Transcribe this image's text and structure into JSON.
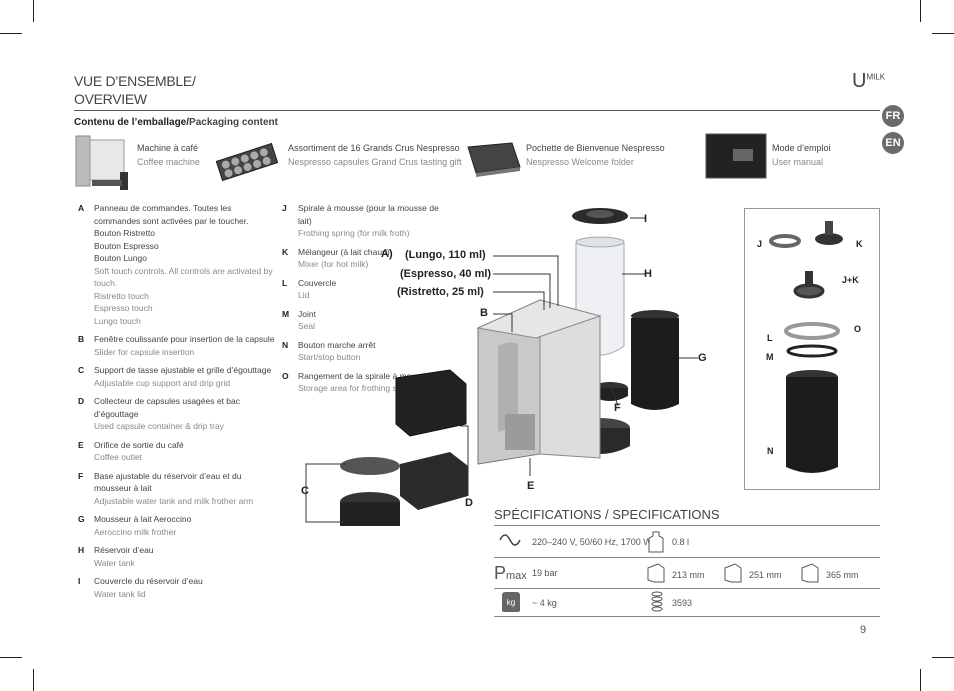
{
  "header": {
    "title_fr": "VUE D’ENSEMBLE/",
    "title_en": "OVERVIEW",
    "brand": "U",
    "brand_sup": "MILK",
    "lang_fr": "FR",
    "lang_en": "EN"
  },
  "box": {
    "title_fr": "Contenu de l’emballage/",
    "title_en": "Packaging content",
    "items": [
      {
        "fr": "Machine à café",
        "en": "Coffee machine"
      },
      {
        "fr": "Assortiment de 16 Grands Crus Nespresso",
        "en": "Nespresso capsules Grand Crus tasting gift"
      },
      {
        "fr": "Pochette de Bienvenue Nespresso",
        "en": "Nespresso Welcome folder"
      },
      {
        "fr": "Mode d’emploi",
        "en": "User manual"
      }
    ]
  },
  "parts_left": [
    {
      "letter": "A",
      "fr": "Panneau de commandes. Toutes les commandes sont activées par le toucher.\nBouton Ristretto\nBouton Espresso\nBouton Lungo",
      "en": "Soft touch controls. All controls are activated by touch.\nRistretto touch\nEspresso touch\nLungo touch"
    },
    {
      "letter": "B",
      "fr": "Fenêtre coulissante pour insertion de la capsule",
      "en": "Slider for capsule insertion"
    },
    {
      "letter": "C",
      "fr": "Support de tasse ajustable et grille d’égouttage",
      "en": "Adjustable cup support and drip grid"
    },
    {
      "letter": "D",
      "fr": "Collecteur de capsules usagées et bac d’égouttage",
      "en": "Used capsule container & drip tray"
    },
    {
      "letter": "E",
      "fr": "Orifice de sortie du café",
      "en": "Coffee outlet"
    },
    {
      "letter": "F",
      "fr": "Base ajustable du réservoir d’eau et du mousseur à lait",
      "en": "Adjustable water tank and milk frother arm"
    },
    {
      "letter": "G",
      "fr": "Mousseur à lait Aeroccino",
      "en": "Aeroccino milk frother"
    },
    {
      "letter": "H",
      "fr": "Réservoir d’eau",
      "en": "Water tank"
    },
    {
      "letter": "I",
      "fr": "Couvercle du réservoir d’eau",
      "en": "Water tank lid"
    }
  ],
  "parts_right": [
    {
      "letter": "J",
      "fr": "Spirale à mousse (pour la mousse de lait)",
      "en": "Frothing spring (for milk froth)"
    },
    {
      "letter": "K",
      "fr": "Mélangeur (à lait chaud)",
      "en": "Mixer (for hot milk)"
    },
    {
      "letter": "L",
      "fr": "Couvercle",
      "en": "Lid"
    },
    {
      "letter": "M",
      "fr": "Joint",
      "en": "Seal"
    },
    {
      "letter": "N",
      "fr": "Bouton marche arrêt",
      "en": "Start/stop button"
    },
    {
      "letter": "O",
      "fr": "Rangement de la spirale à mousse",
      "en": "Storage area for frothing spring"
    }
  ],
  "callouts": {
    "A": "A)",
    "lungo": "(Lungo, 110 ml)",
    "espresso": "(Espresso, 40 ml)",
    "ristretto": "(Ristretto, 25 ml)",
    "B": "B",
    "C": "C",
    "D": "D",
    "E": "E",
    "F": "F",
    "G": "G",
    "H": "H",
    "I": "I",
    "J": "J",
    "K": "K",
    "JK": "J+K",
    "L": "L",
    "M": "M",
    "N": "N",
    "O": "O"
  },
  "specs": {
    "title": "SPÉCIFICATIONS / SPECIFICATIONS",
    "voltage": "220–240 V, 50/60 Hz, 1700 W",
    "tank": "0.8 l",
    "pmax_label": "P",
    "pmax_sub": "max",
    "pressure": "19 bar",
    "width": "213 mm",
    "height": "251 mm",
    "depth": "365 mm",
    "weight_icon_label": "kg",
    "weight": "~ 4 kg",
    "model": "3593"
  },
  "page_number": "9"
}
